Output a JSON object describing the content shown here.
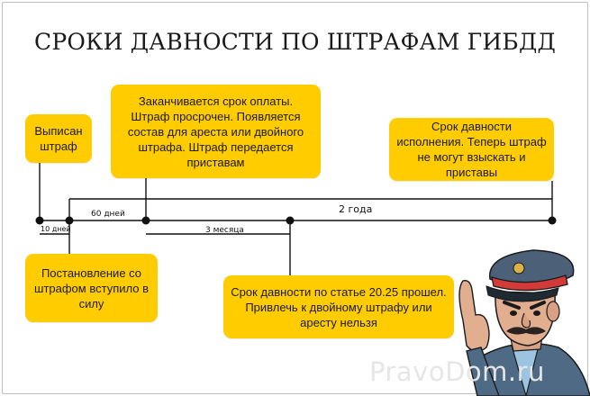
{
  "title": "СРОКИ ДАВНОСТИ ПО ШТРАФАМ ГИБДД",
  "boxes": {
    "issued": "Выписан штраф",
    "payment_expired": "Заканчивается срок оплаты. Штраф просрочен. Появляется состав для ареста или двойного штрафа. Штраф передается приставам",
    "enforcement_limit": "Срок давности исполнения. Теперь штраф не могут взыскать и приставы",
    "in_force": "Постановление со штрафом вступило в силу",
    "article_limit": "Срок давности по статье 20.25 прошел. Привлечь к двойному штрафу или аресту нельзя"
  },
  "timeline": {
    "ten_days": "10 дней",
    "sixty_days": "60 дней",
    "two_years": "2 года",
    "three_months": "3 месяца"
  },
  "watermark": "PravoDom.ru",
  "colors": {
    "accent": "#ffcc00",
    "line": "#111111"
  }
}
